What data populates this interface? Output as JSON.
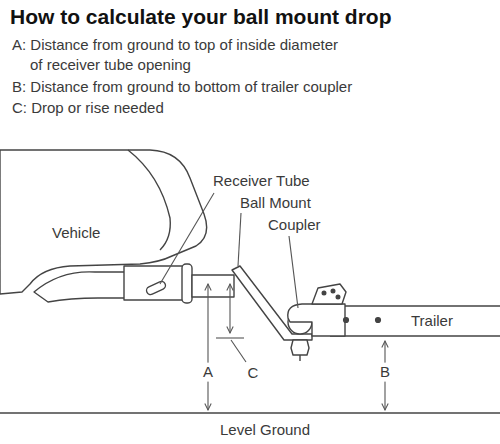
{
  "diagram": {
    "title": "How to calculate your ball mount drop",
    "labels": [
      "A: Distance from ground to top of inside diameter of receiver tube opening",
      "B: Distance from ground to bottom of trailer coupler",
      "C: Drop or rise needed",
      "Receiver Tube",
      "Ball Mount",
      "Coupler",
      "Vehicle",
      "Trailer",
      "A",
      "C",
      "B",
      "Level Ground"
    ]
  }
}
